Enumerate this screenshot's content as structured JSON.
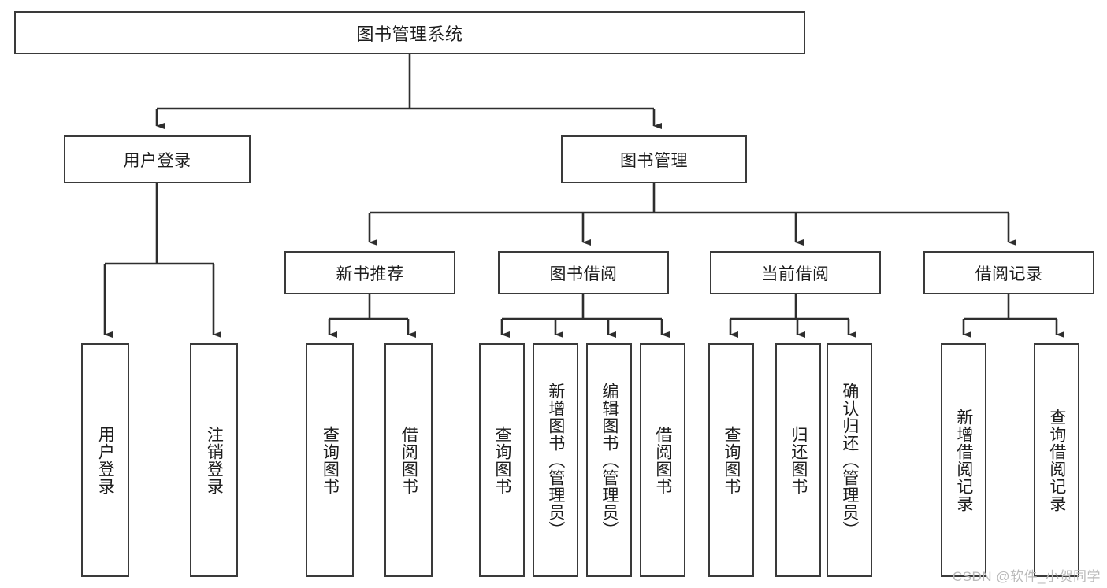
{
  "diagram": {
    "type": "tree-hierarchy",
    "title": "图书管理系统",
    "root": {
      "label": "图书管理系统"
    },
    "level2": [
      {
        "label": "用户登录"
      },
      {
        "label": "图书管理"
      }
    ],
    "level3": [
      {
        "label": "新书推荐"
      },
      {
        "label": "图书借阅"
      },
      {
        "label": "当前借阅"
      },
      {
        "label": "借阅记录"
      }
    ],
    "leaves": {
      "user_login": [
        {
          "label": "用户登录"
        },
        {
          "label": "注销登录"
        }
      ],
      "new_book_recommend": [
        {
          "label": "查询图书"
        },
        {
          "label": "借阅图书"
        }
      ],
      "book_borrow": [
        {
          "label": "查询图书"
        },
        {
          "label": "新增图书（管理员）"
        },
        {
          "label": "编辑图书（管理员）"
        },
        {
          "label": "借阅图书"
        }
      ],
      "current_borrow": [
        {
          "label": "查询图书"
        },
        {
          "label": "归还图书"
        },
        {
          "label": "确认归还（管理员）"
        }
      ],
      "borrow_record": [
        {
          "label": "新增借阅记录"
        },
        {
          "label": "查询借阅记录"
        }
      ]
    }
  },
  "watermark": {
    "text": "CSDN @软件_小贺同学"
  },
  "colors": {
    "border": "#3a3a3a",
    "text": "#1d1d1d",
    "background": "#ffffff",
    "watermark": "#b9b9b9"
  }
}
